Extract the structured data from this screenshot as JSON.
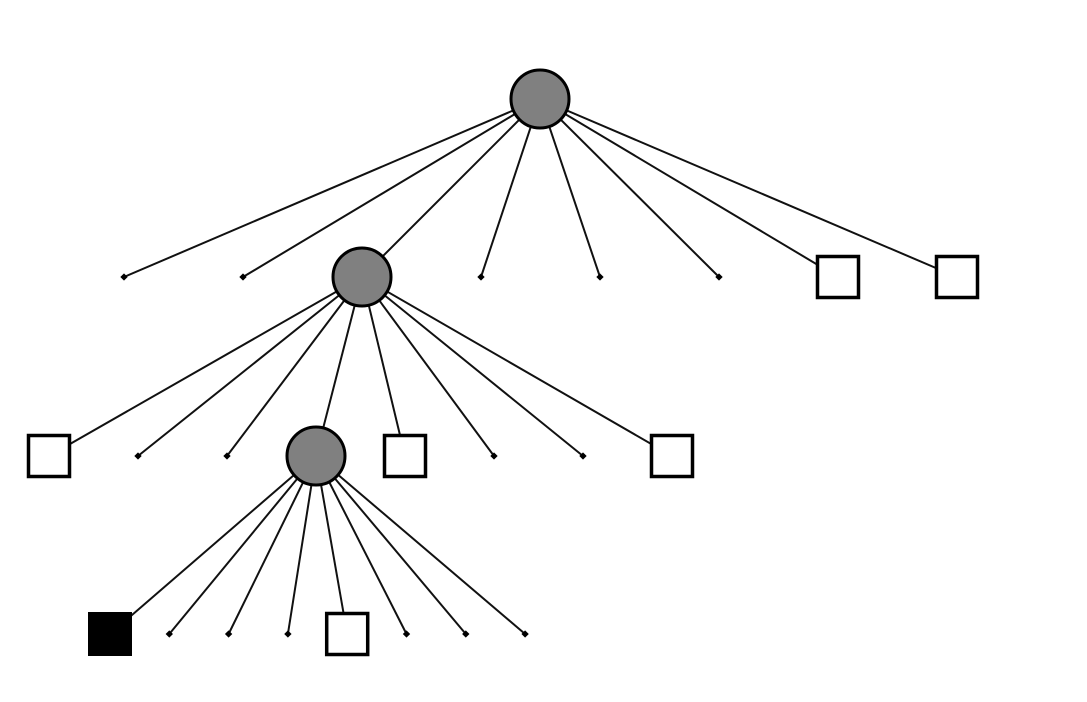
{
  "diagram": {
    "type": "tree",
    "colors": {
      "background": "#ffffff",
      "edge": "#111111",
      "internal_node_fill": "#808080",
      "node_outline": "#000000",
      "filled_leaf": "#000000",
      "empty_leaf": "#ffffff"
    },
    "node_types": [
      "internal",
      "empty-square",
      "filled-square",
      "point"
    ],
    "tree": {
      "type": "internal",
      "children": [
        {
          "type": "point"
        },
        {
          "type": "point"
        },
        {
          "type": "internal",
          "children": [
            {
              "type": "empty-square"
            },
            {
              "type": "point"
            },
            {
              "type": "point"
            },
            {
              "type": "internal",
              "children": [
                {
                  "type": "filled-square"
                },
                {
                  "type": "point"
                },
                {
                  "type": "point"
                },
                {
                  "type": "point"
                },
                {
                  "type": "empty-square"
                },
                {
                  "type": "point"
                },
                {
                  "type": "point"
                },
                {
                  "type": "point"
                }
              ]
            },
            {
              "type": "empty-square"
            },
            {
              "type": "point"
            },
            {
              "type": "point"
            },
            {
              "type": "empty-square"
            }
          ]
        },
        {
          "type": "point"
        },
        {
          "type": "point"
        },
        {
          "type": "point"
        },
        {
          "type": "empty-square"
        },
        {
          "type": "empty-square"
        }
      ]
    }
  }
}
